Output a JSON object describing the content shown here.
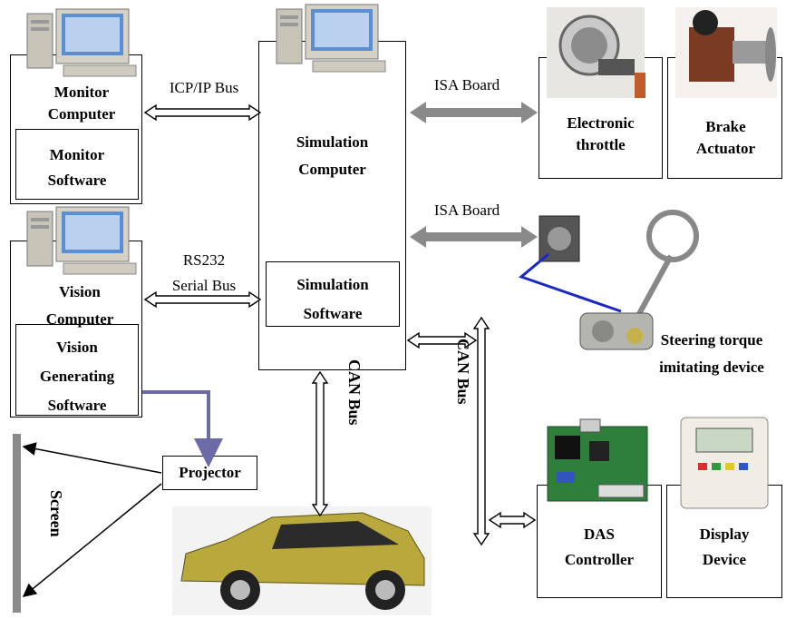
{
  "monitor": {
    "title_line1": "Monitor",
    "title_line2": "Computer",
    "software_line1": "Monitor",
    "software_line2": "Software"
  },
  "vision": {
    "title_line1": "Vision",
    "title_line2": "Computer",
    "software_line1": "Vision",
    "software_line2": "Generating",
    "software_line3": "Software"
  },
  "simulation": {
    "computer_line1": "Simulation",
    "computer_line2": "Computer",
    "software_line1": "Simulation",
    "software_line2": "Software"
  },
  "buses": {
    "icp": "ICP/IP Bus",
    "rs232_line1": "RS232",
    "rs232_line2": "Serial Bus",
    "isa1": "ISA Board",
    "isa2": "ISA Board",
    "can1": "CAN Bus",
    "can2": "CAN Bus"
  },
  "devices": {
    "throttle_line1": "Electronic",
    "throttle_line2": "throttle",
    "brake_line1": "Brake",
    "brake_line2": "Actuator",
    "steering_line1": "Steering torque",
    "steering_line2": "imitating device",
    "das_line1": "DAS",
    "das_line2": "Controller",
    "display_line1": "Display",
    "display_line2": "Device"
  },
  "projector": "Projector",
  "screen": "Screen",
  "colors": {
    "projector_link": "#6b6ba8",
    "isa_arrow": "#8a8a8a",
    "car_body": "#b9a83b"
  }
}
